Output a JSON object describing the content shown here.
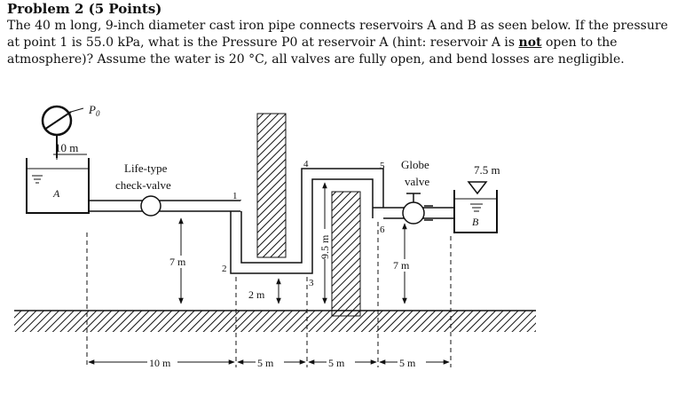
{
  "problem": {
    "title": "Problem 2 (5 Points)",
    "statement_part1": "The 40 m long, 9-inch diameter cast iron pipe connects reservoirs A and B as seen below. If the pressure at point 1 is 55.0 kPa, what is the Pressure P0 at reservoir A (hint: reservoir A is ",
    "statement_emphasis": "not",
    "statement_part2": " open to the atmosphere)? Assume the water is 20 °C, all valves are fully open, and bend losses are negligible."
  },
  "figure": {
    "pressure_label": "P",
    "pressure_subscript": "0",
    "reservoir_a_label": "A",
    "reservoir_b_label": "B",
    "elev_a": "10 m",
    "elev_b": "7.5 m",
    "check_valve_label_1": "Life-type",
    "check_valve_label_2": "check-valve",
    "globe_valve_label_1": "Globe",
    "globe_valve_label_2": "valve",
    "point_1": "1",
    "point_2": "2",
    "point_3": "3",
    "point_4": "4",
    "point_5": "5",
    "point_6": "6",
    "dim_7m_left": "7 m",
    "dim_7m_right": "7 m",
    "dim_2m": "2 m",
    "dim_9_5m": "9.5 m",
    "dim_10m": "10 m",
    "dim_5m_a": "5 m",
    "dim_5m_b": "5 m",
    "dim_5m_c": "5 m"
  }
}
